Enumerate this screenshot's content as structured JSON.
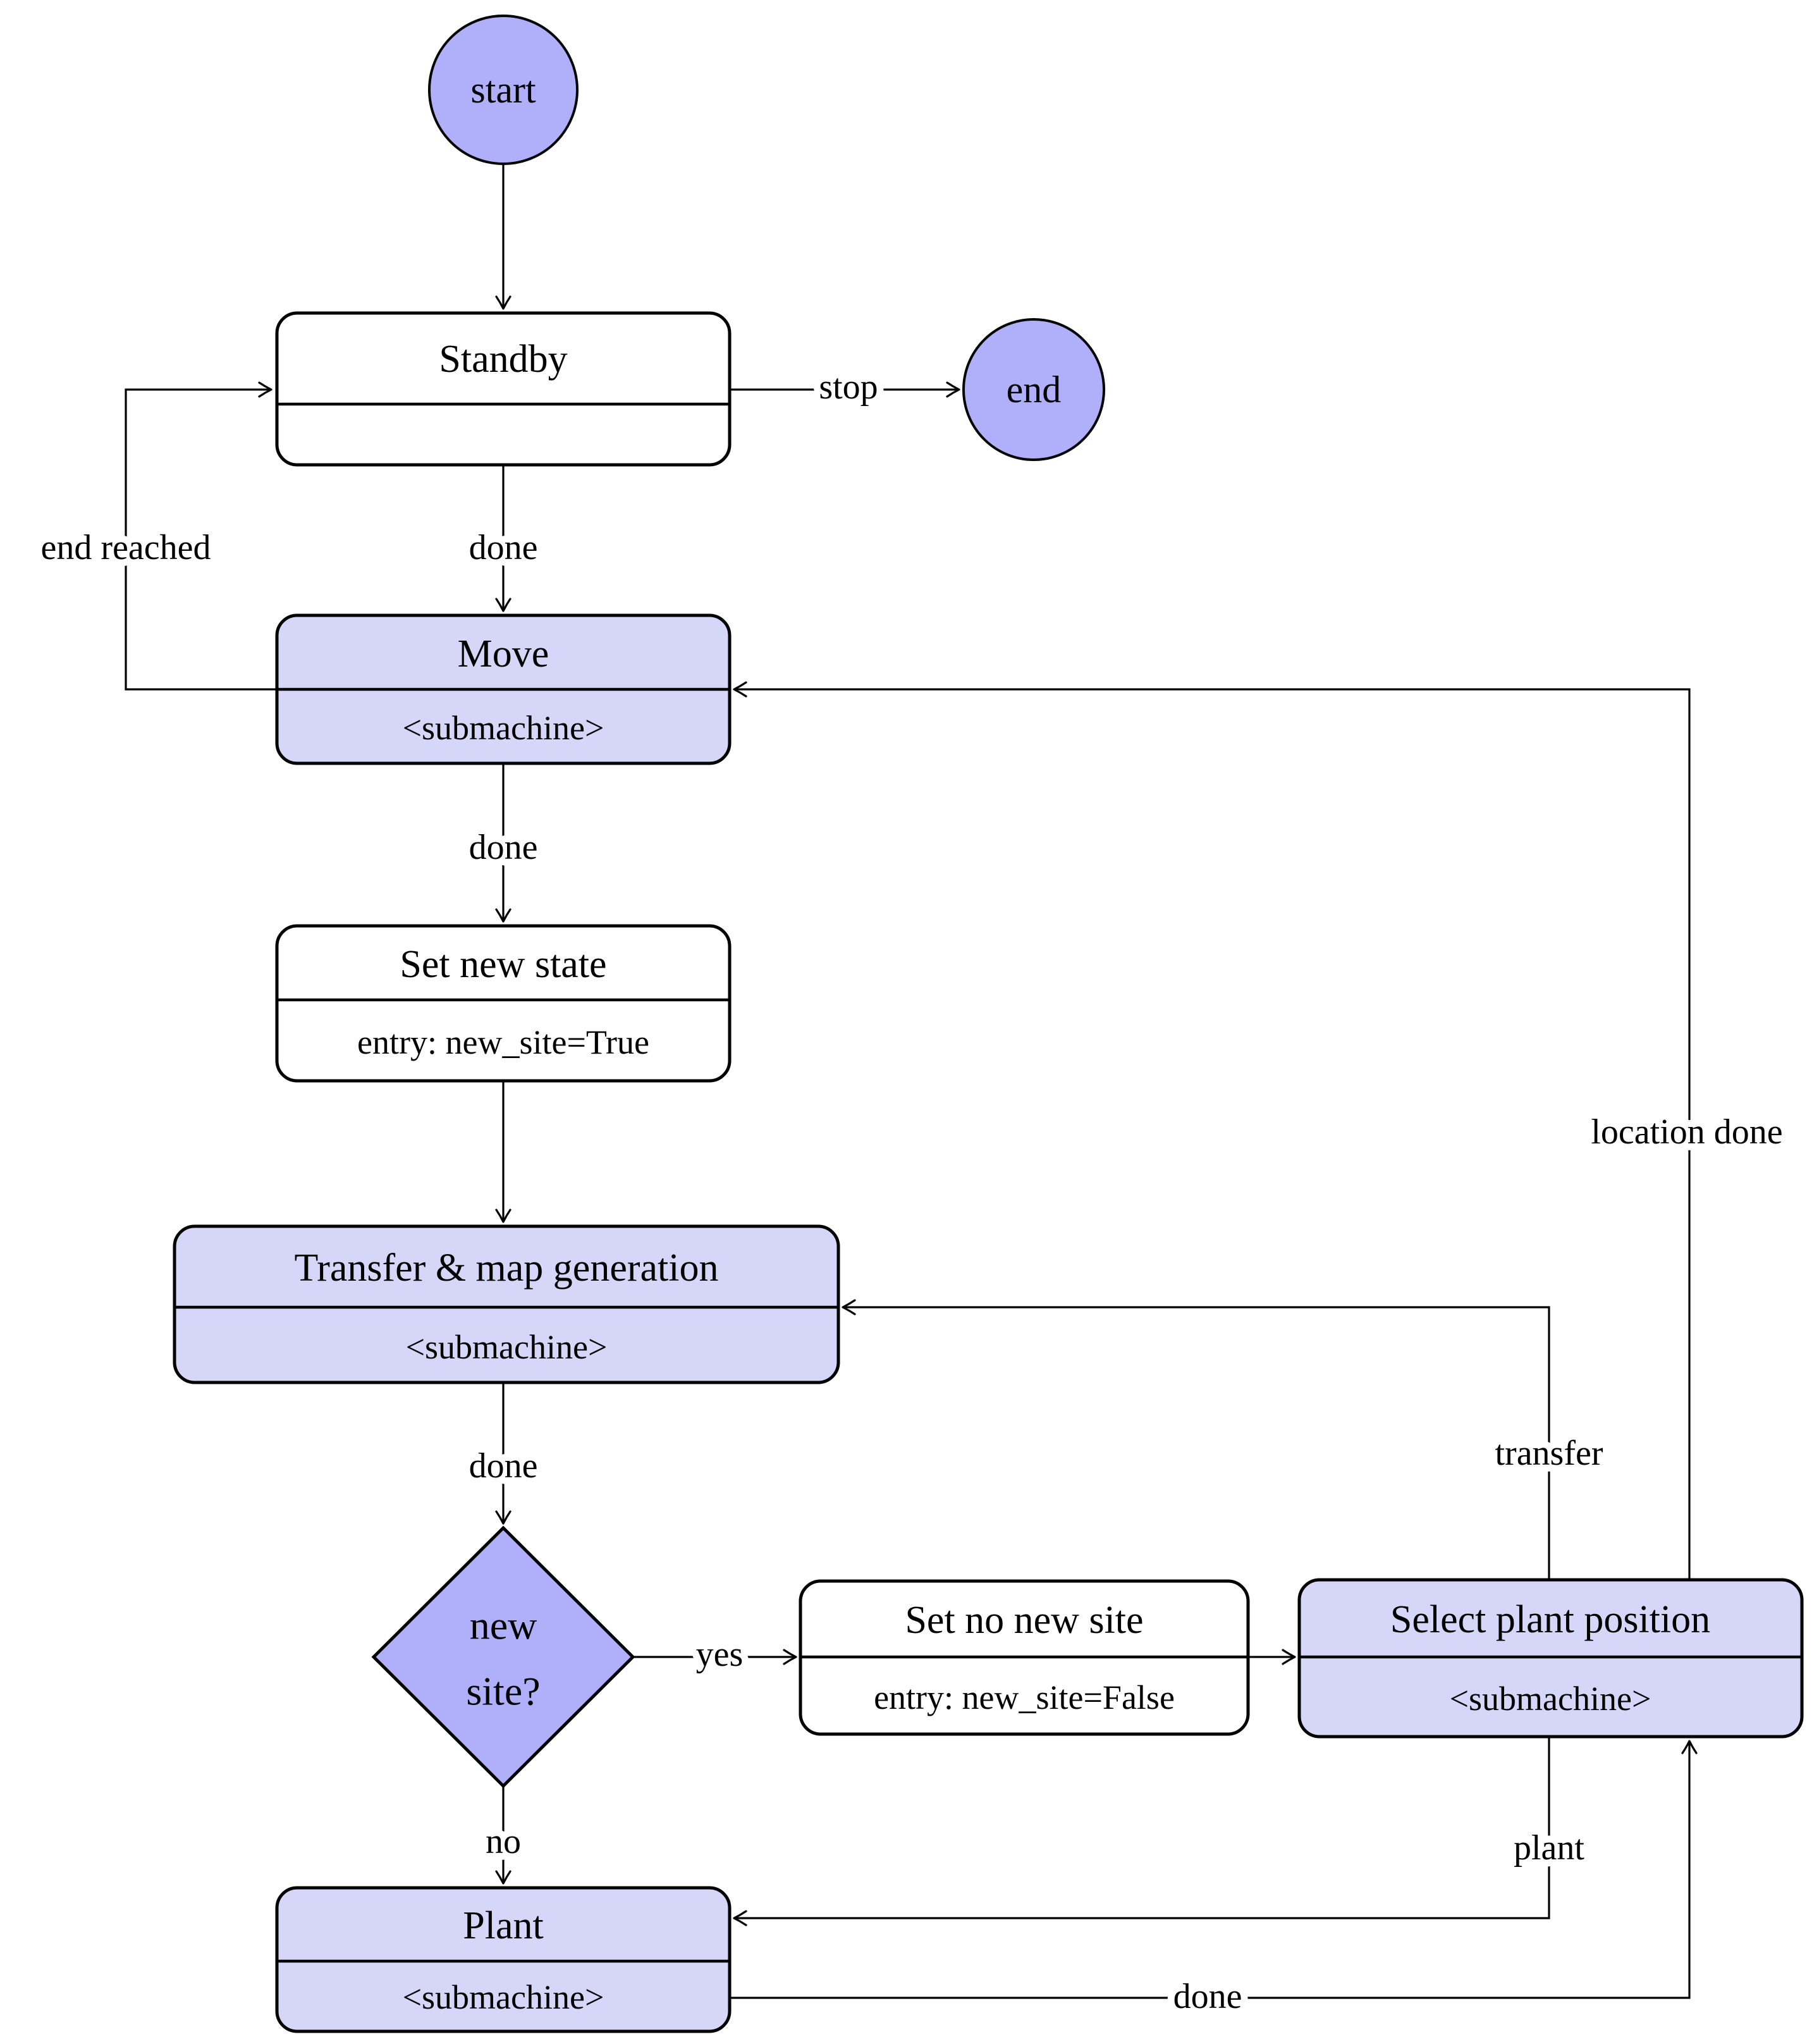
{
  "diagram": {
    "type": "state-machine-flowchart",
    "description": "Planting robot behaviour state machine"
  },
  "colors": {
    "background": "#ffffff",
    "node_light": "#d6d6f8",
    "node_dark": "#b0b0fa",
    "node_white": "#ffffff",
    "line": "#000000",
    "text": "#000000"
  },
  "nodes": {
    "start": {
      "label": "start"
    },
    "end": {
      "label": "end"
    },
    "standby": {
      "title": "Standby"
    },
    "move": {
      "title": "Move",
      "stereotype": "<submachine>"
    },
    "set_new_state": {
      "title": "Set new state",
      "entry": "entry: new_site=True"
    },
    "transfer_map_generation": {
      "title": "Transfer & map generation",
      "stereotype": "<submachine>"
    },
    "new_site_decision": {
      "line1": "new",
      "line2": "site?"
    },
    "set_no_new_site": {
      "title": "Set no new site",
      "entry": "entry: new_site=False"
    },
    "select_plant_position": {
      "title": "Select plant position",
      "stereotype": "<submachine>"
    },
    "plant": {
      "title": "Plant",
      "stereotype": "<submachine>"
    }
  },
  "edges": {
    "start_to_standby": {
      "label": ""
    },
    "standby_to_end": {
      "label": "stop"
    },
    "standby_to_move": {
      "label": "done"
    },
    "move_to_standby": {
      "label": "end reached"
    },
    "move_to_set_new_state": {
      "label": "done"
    },
    "set_new_state_to_transfer": {
      "label": ""
    },
    "transfer_to_decision": {
      "label": "done"
    },
    "decision_yes": {
      "label": "yes"
    },
    "set_no_new_site_to_select": {
      "label": ""
    },
    "decision_no": {
      "label": "no"
    },
    "select_to_transfer": {
      "label": "transfer"
    },
    "select_to_move": {
      "label": "location done"
    },
    "select_to_plant": {
      "label": "plant"
    },
    "plant_to_select": {
      "label": "done"
    }
  }
}
